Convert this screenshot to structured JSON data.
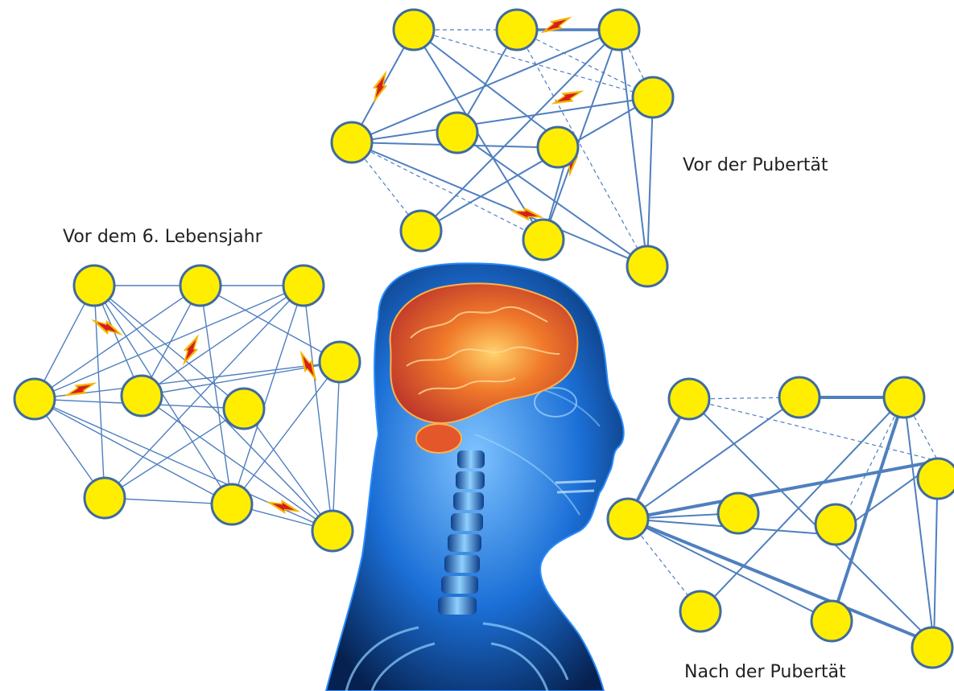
{
  "labels": {
    "before6": "Vor dem 6. Lebensjahr",
    "beforePuberty": "Vor der Pubertät",
    "afterPuberty": "Nach der Pubertät"
  },
  "colors": {
    "node_fill": "#ffee00",
    "node_stroke": "#3f6b9f",
    "edge": "#4f7fbf",
    "spark_outer": "#f6b400",
    "spark_inner": "#d41f1f",
    "head_blue": "#1b6fd6",
    "brain_orange": "#f07a2a"
  }
}
